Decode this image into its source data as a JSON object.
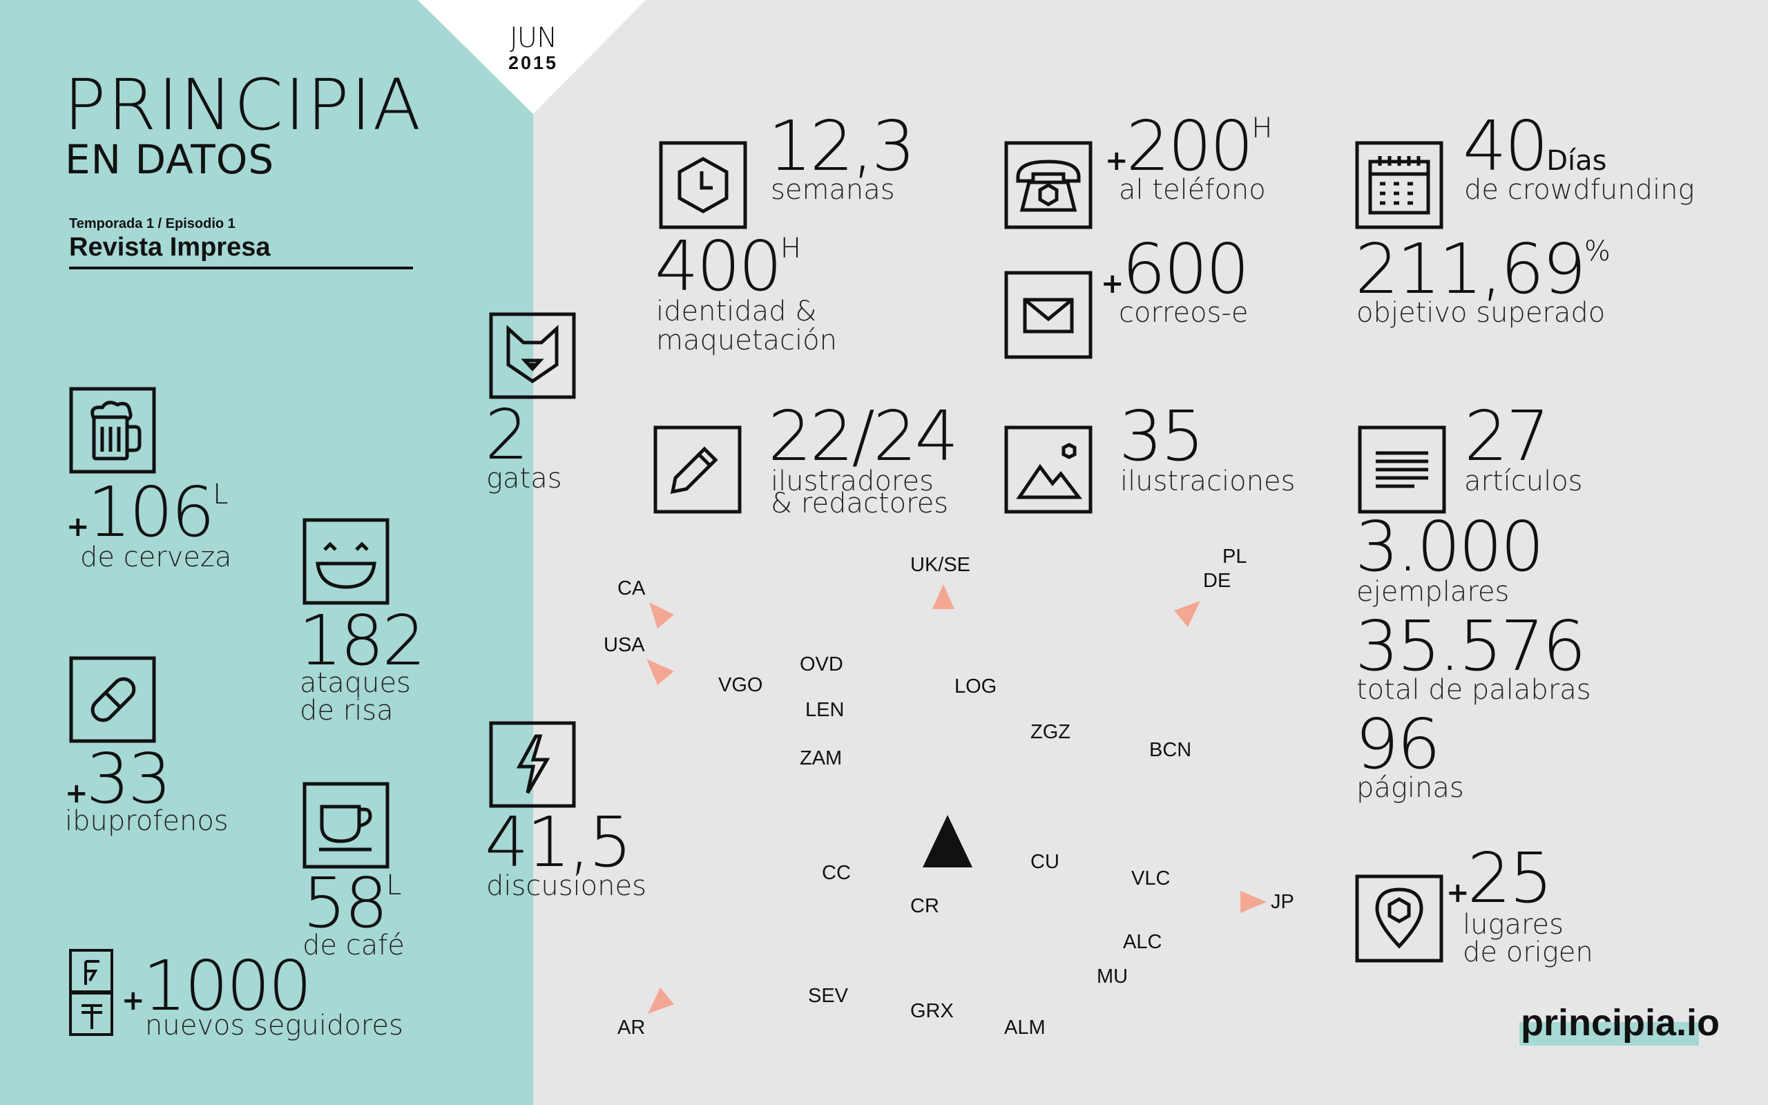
{
  "header": {
    "month": "JUN",
    "year": "2015",
    "logo_main": "PRINCIPIA",
    "logo_sub": "EN DATOS",
    "season": "Temporada 1 / Episodio 1",
    "episode_title": "Revista Impresa"
  },
  "colors": {
    "teal": "#a6d8d4",
    "grey": "#e6e6e6",
    "salmon": "#f3a793",
    "ink": "#111111"
  },
  "left_stats": {
    "beer": {
      "prefix": "+",
      "value": "106",
      "unit": "L",
      "label": "de cerveza",
      "icon": "beer-icon"
    },
    "smile": {
      "value": "182",
      "label1": "ataques",
      "label2": "de risa",
      "icon": "laughing-face-icon"
    },
    "pill": {
      "prefix": "+",
      "value": "33",
      "label": "ibuprofenos",
      "icon": "pill-icon"
    },
    "coffee": {
      "value": "58",
      "unit": "L",
      "label": "de café",
      "icon": "coffee-cup-icon"
    },
    "followers": {
      "prefix": "+",
      "value": "1000",
      "label": "nuevos seguidores",
      "icon": "social-icons"
    }
  },
  "mid_stats": {
    "cats": {
      "value": "2",
      "label": "gatas",
      "icon": "cat-icon"
    },
    "discussions": {
      "value": "41,5",
      "label": "discusiones",
      "icon": "lightning-icon"
    }
  },
  "stats": {
    "weeks": {
      "value": "12,3",
      "label": "semanas",
      "icon": "clock-icon"
    },
    "identity": {
      "value": "400",
      "unit": "H",
      "label1": "identidad &",
      "label2": "maquetación"
    },
    "illustrators": {
      "value": "22/24",
      "label1": "ilustradores",
      "label2": "& redactores",
      "icon": "pencil-icon"
    },
    "phone": {
      "prefix": "+",
      "value": "200",
      "unit": "H",
      "label": "al teléfono",
      "icon": "telephone-icon"
    },
    "emails": {
      "prefix": "+",
      "value": "600",
      "label": "correos-e",
      "icon": "envelope-icon"
    },
    "illustrations": {
      "value": "35",
      "label": "ilustraciones",
      "icon": "image-icon"
    },
    "crowdfunding": {
      "value": "40",
      "unit": "Días",
      "label": "de crowdfunding",
      "icon": "calendar-icon"
    },
    "goal": {
      "value": "211,69",
      "unit": "%",
      "label": "objetivo superado"
    },
    "articles": {
      "value": "27",
      "label": "artículos",
      "icon": "article-icon"
    },
    "copies": {
      "value": "3.000",
      "label": "ejemplares"
    },
    "words": {
      "value": "35.576",
      "label": "total de palabras"
    },
    "pages": {
      "value": "96",
      "label": "páginas"
    },
    "origins": {
      "prefix": "+",
      "value": "25",
      "label1": "lugares",
      "label2": "de origen",
      "icon": "location-pin-icon"
    }
  },
  "map": {
    "cities": [
      "CA",
      "USA",
      "UK/SE",
      "PL",
      "DE",
      "VGO",
      "OVD",
      "LEN",
      "ZAM",
      "LOG",
      "ZGZ",
      "BCN",
      "CC",
      "CR",
      "CU",
      "VLC",
      "JP",
      "ALC",
      "MU",
      "SEV",
      "GRX",
      "ALM",
      "AR"
    ]
  },
  "footer": {
    "brand": "principia.io"
  }
}
